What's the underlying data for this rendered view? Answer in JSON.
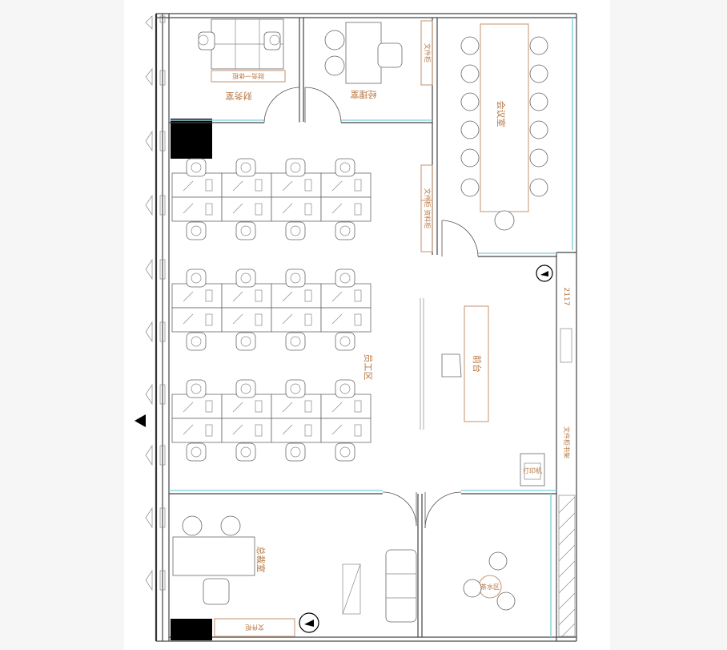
{
  "rooms": {
    "finance": "财务室",
    "manager": "经理室",
    "meeting": "会议室",
    "staff": "员工区",
    "reception": "前台",
    "ceo": "总裁室",
    "tea": "茶水区"
  },
  "labels": {
    "finance_desk": "财务一体柜",
    "manager_cabinet": "文件柜",
    "divider_cabinet": "文件柜 资料柜",
    "room_number": "2117",
    "side_cabinet": "文件柜书架",
    "printer": "打印机",
    "ceo_cabinet": "文件柜"
  },
  "colors": {
    "wall": "#444444",
    "glass": "#8fd6dd",
    "furniture_label": "#b5753f",
    "column": "#000000"
  }
}
